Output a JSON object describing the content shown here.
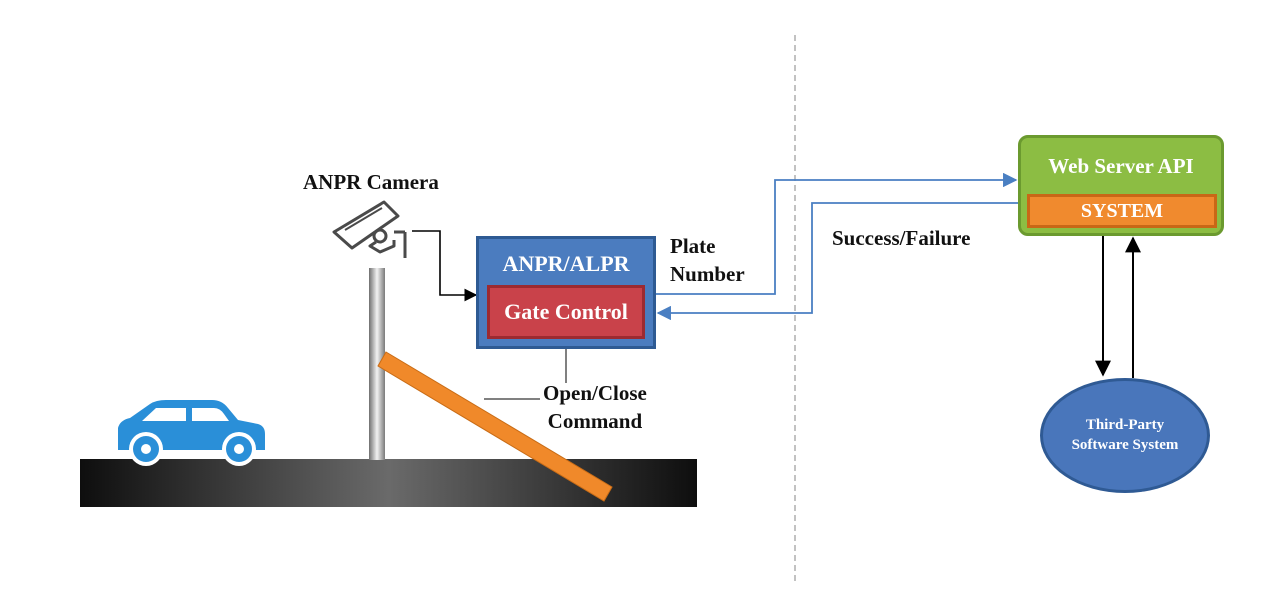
{
  "camera": {
    "label": "ANPR Camera",
    "icon": "cctv-camera-icon"
  },
  "anpr_unit": {
    "title": "ANPR/ALPR",
    "gate_control": "Gate Control"
  },
  "plate_number": {
    "line1": "Plate",
    "line2": "Number"
  },
  "command": {
    "line1": "Open/Close",
    "line2": "Command"
  },
  "response": "Success/Failure",
  "web_server": {
    "title": "Web Server API",
    "system": "SYSTEM"
  },
  "third_party": {
    "line1": "Third-Party",
    "line2": "Software System"
  },
  "vehicle": {
    "icon": "car-icon",
    "color": "#2a8fd8"
  },
  "colors": {
    "anpr_box": "#4b7cbf",
    "gate_control": "#c9424a",
    "web_server": "#8cbd43",
    "system": "#f08a2e",
    "third_party": "#4976bb",
    "connector_blue": "#4a7fc2",
    "barrier_arm": "#f0892a"
  }
}
